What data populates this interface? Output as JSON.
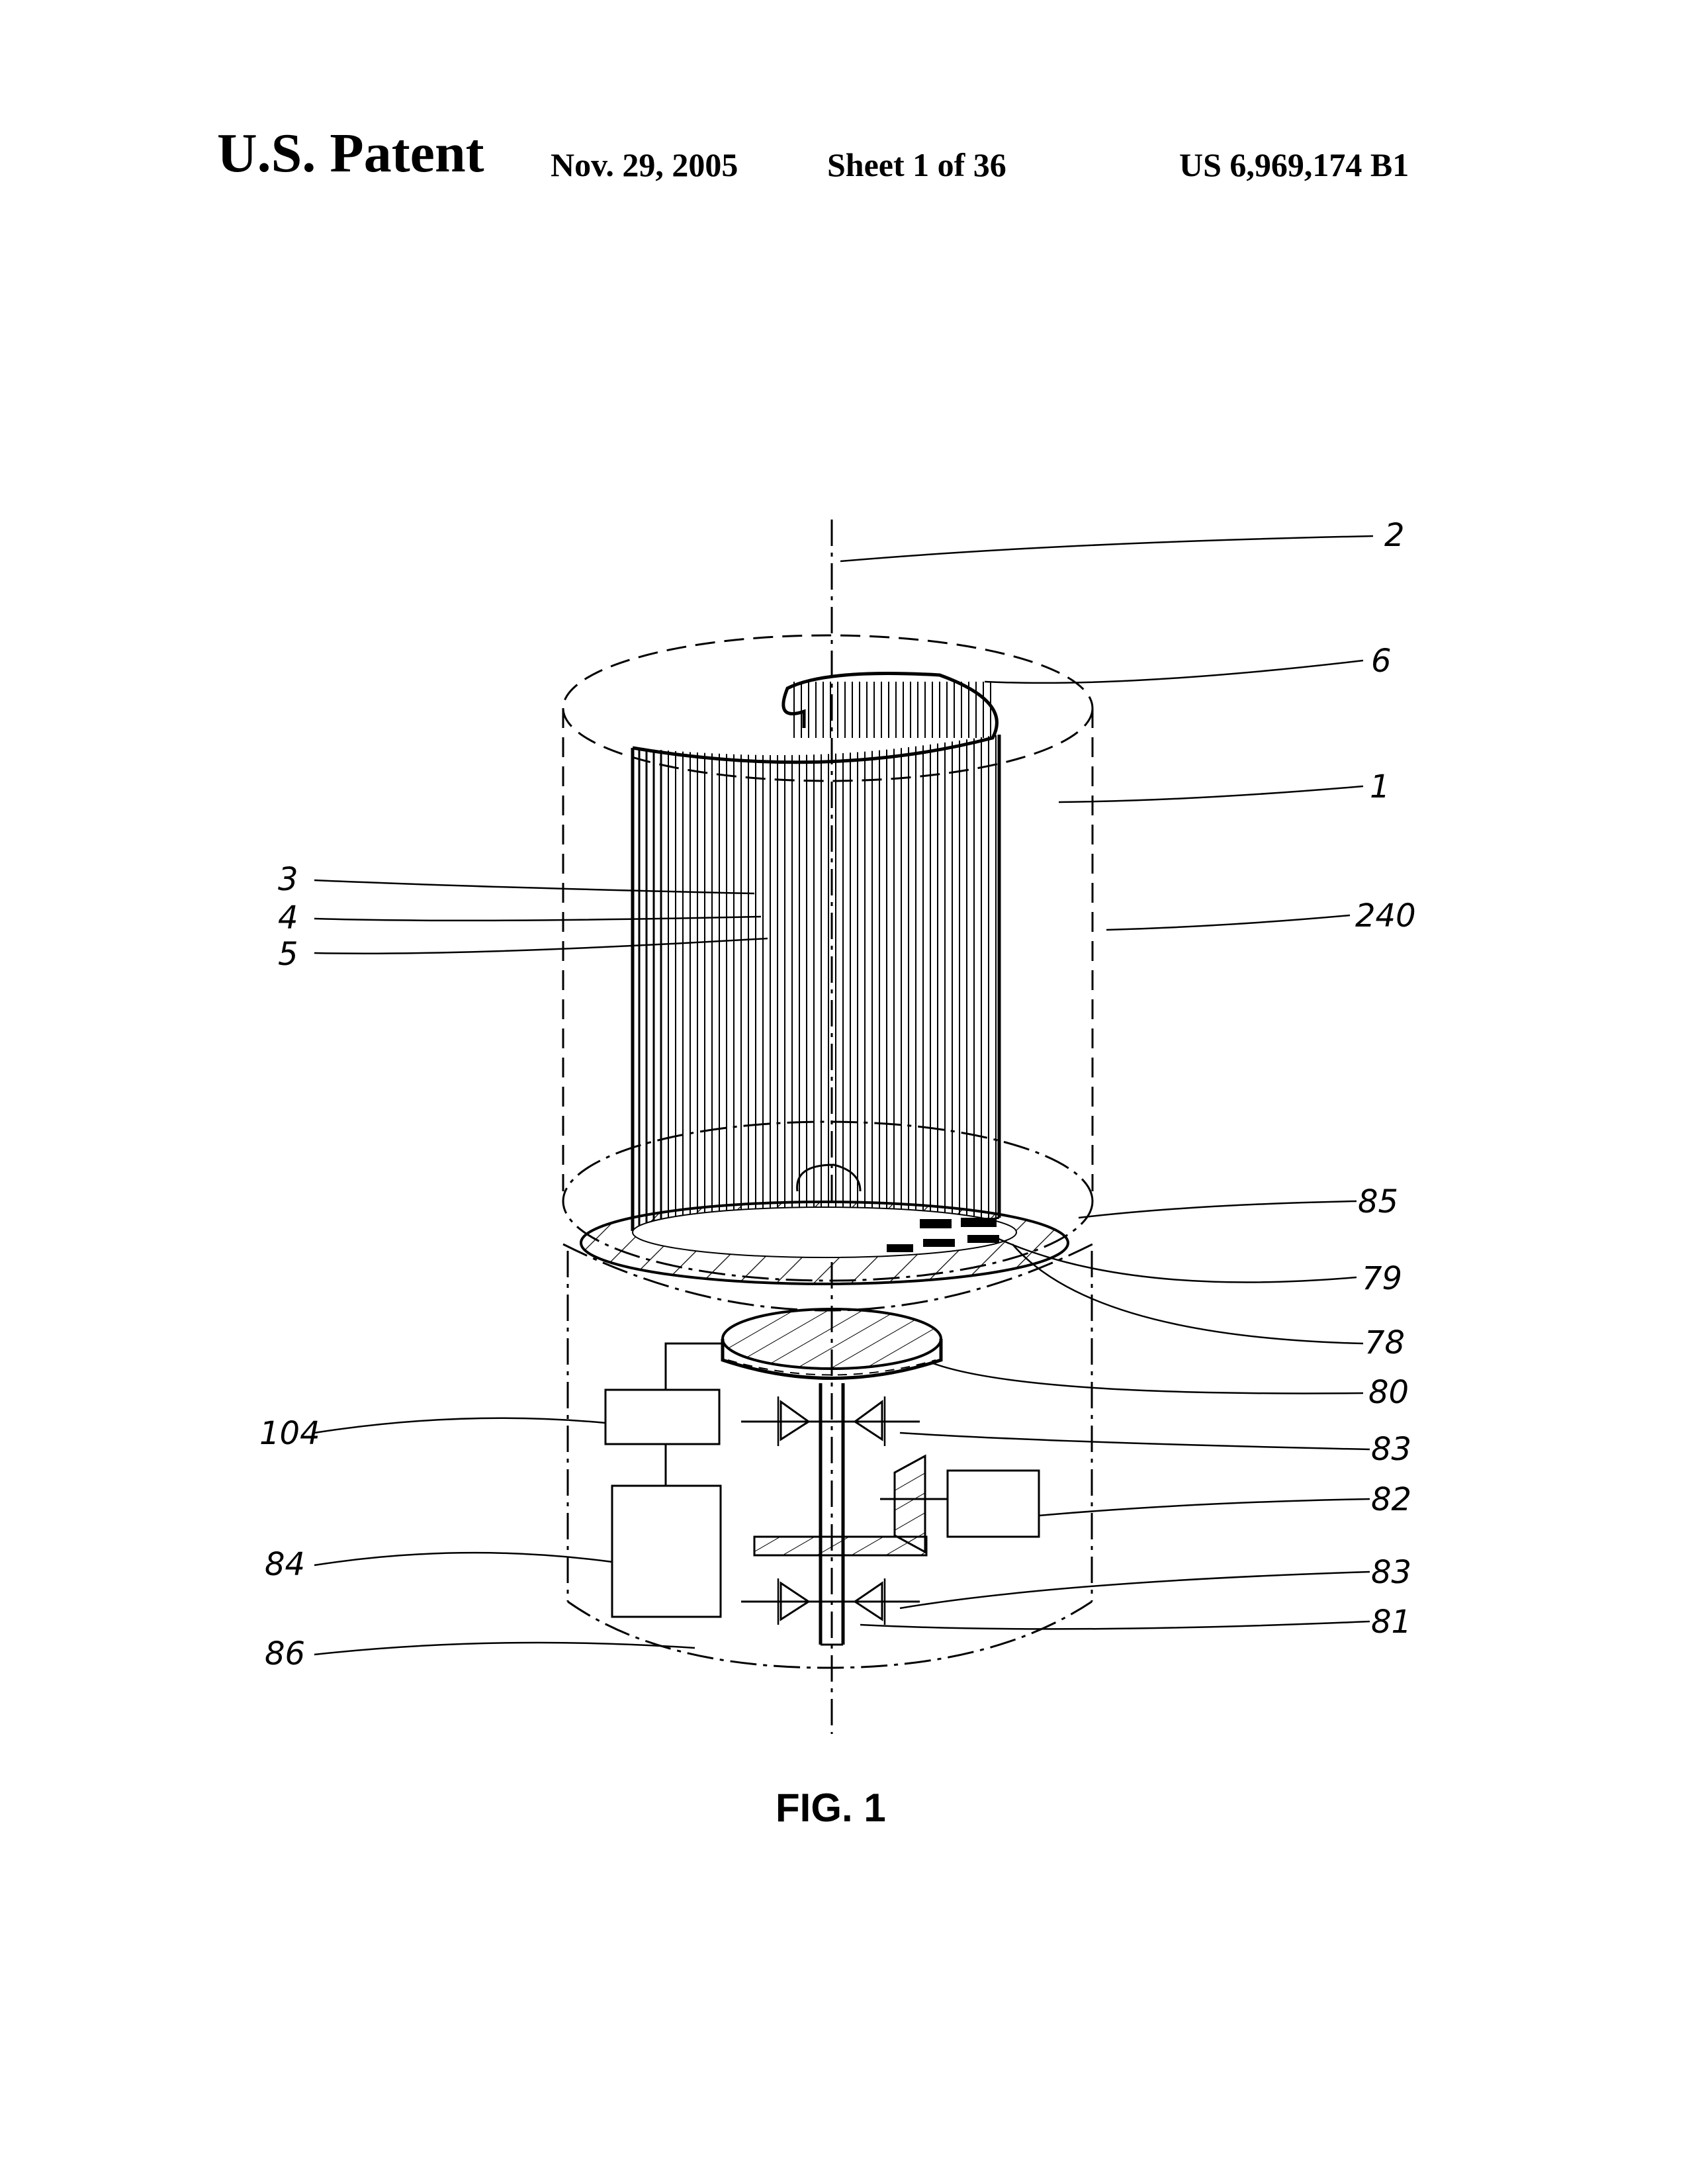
{
  "header": {
    "title": "U.S. Patent",
    "date": "Nov. 29, 2005",
    "sheet": "Sheet 1 of 36",
    "patent_number": "US 6,969,174 B1"
  },
  "figure": {
    "label": "FIG. 1",
    "reference_numerals": {
      "r2": "2",
      "r6": "6",
      "r1": "1",
      "r240": "240",
      "r3": "3",
      "r4": "4",
      "r5": "5",
      "r85": "85",
      "r79": "79",
      "r78": "78",
      "r80": "80",
      "r104": "104",
      "r83a": "83",
      "r82": "82",
      "r84": "84",
      "r83b": "83",
      "r81": "81",
      "r86": "86"
    }
  }
}
